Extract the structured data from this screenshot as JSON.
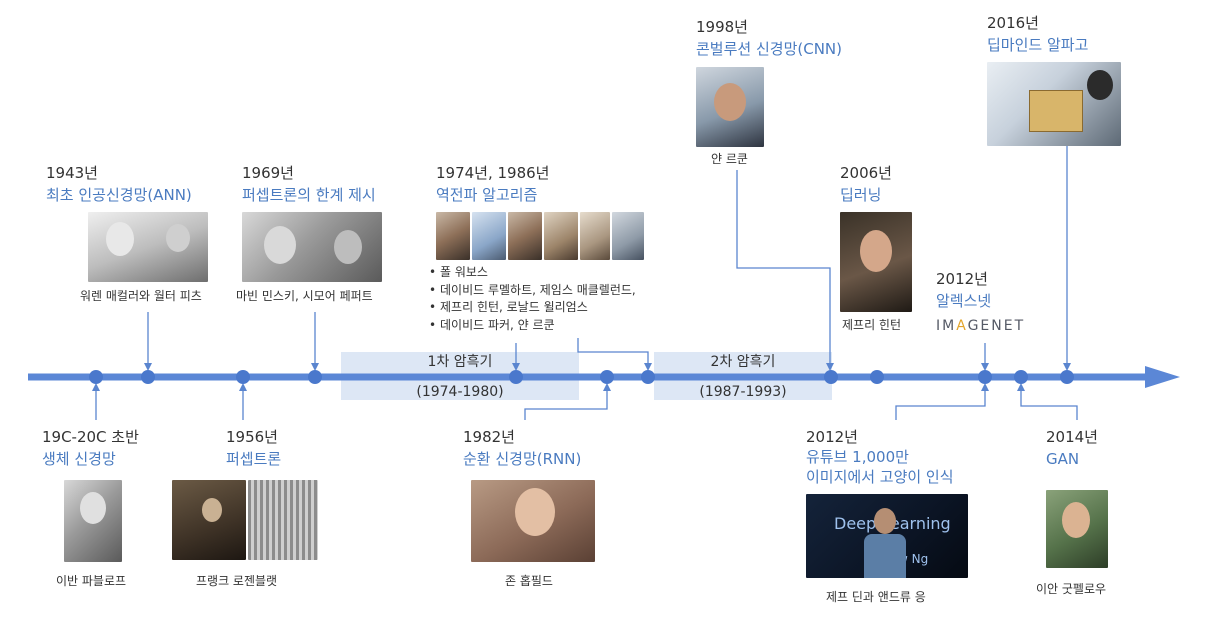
{
  "eras": [
    {
      "label": "1차 암흑기",
      "range": "(1974-1980)"
    },
    {
      "label": "2차 암흑기",
      "range": "(1987-1993)"
    }
  ],
  "events": {
    "e1943": {
      "year": "1943년",
      "title": "최초 인공신경망(ANN)",
      "caption": "워렌 매컬러와 월터 피츠"
    },
    "e1969": {
      "year": "1969년",
      "title": "퍼셉트론의 한계 제시",
      "caption": "마빈 민스키, 시모어 페퍼트"
    },
    "e1974": {
      "year": "1974년, 1986년",
      "title": "역전파 알고리즘",
      "bullets": [
        "폴 워보스",
        "데이비드 루멜하트, 제임스 매클렐런드,",
        "제프리 힌턴, 로날드 윌리엄스",
        "데이비드 파커, 얀 르쿤"
      ]
    },
    "e1998": {
      "year": "1998년",
      "title": "콘벌루션 신경망(CNN)",
      "caption": "얀 르쿤"
    },
    "e2006": {
      "year": "2006년",
      "title": "딥러닝",
      "caption": "제프리 힌턴"
    },
    "e2012a": {
      "year": "2012년",
      "title": "알렉스넷",
      "logo_main": "IM",
      "logo_accent": "A",
      "logo_rest": "GENET"
    },
    "e2016": {
      "year": "2016년",
      "title": "딥마인드 알파고"
    },
    "e19c": {
      "year": "19C-20C 초반",
      "title": "생체 신경망",
      "caption": "이반 파블로프"
    },
    "e1956": {
      "year": "1956년",
      "title": "퍼셉트론",
      "caption": "프랭크 로젠블랫"
    },
    "e1982": {
      "year": "1982년",
      "title": "순환 신경망(RNN)",
      "caption": "존 홉필드"
    },
    "e2012b": {
      "year": "2012년",
      "title": "유튜브 1,000만",
      "title2": "이미지에서 고양이 인식",
      "caption": "제프 딘과 앤드류 응",
      "photo_text1": "Deep Learning",
      "photo_text2": "w Ng"
    },
    "e2014": {
      "year": "2014년",
      "title": "GAN",
      "caption": "이안 굿펠로우"
    }
  },
  "colors": {
    "axis": "#5b87d6",
    "dot": "#4a78cc",
    "connector": "#5a85cf",
    "era_band": "#dde7f5",
    "title": "#4a7bc0"
  }
}
